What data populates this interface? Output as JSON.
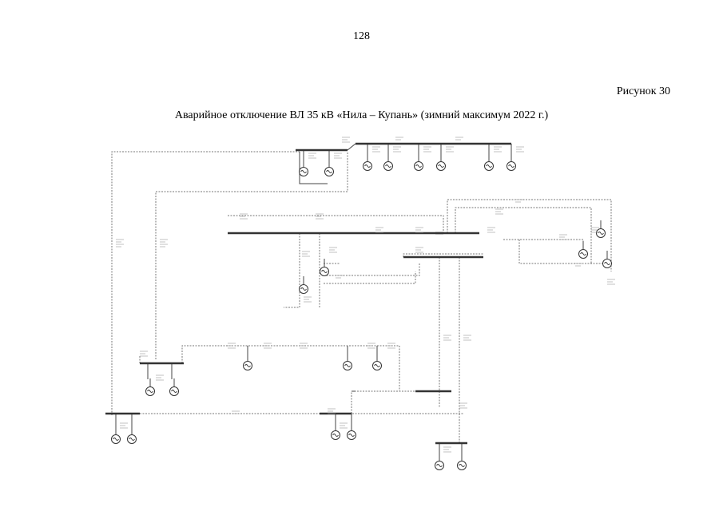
{
  "page": {
    "number": "128",
    "figure_label": "Рисунок 30",
    "caption": "Аварийное отключение ВЛ 35 кВ «Нила – Купань» (зимний максимум 2022 г.)"
  }
}
